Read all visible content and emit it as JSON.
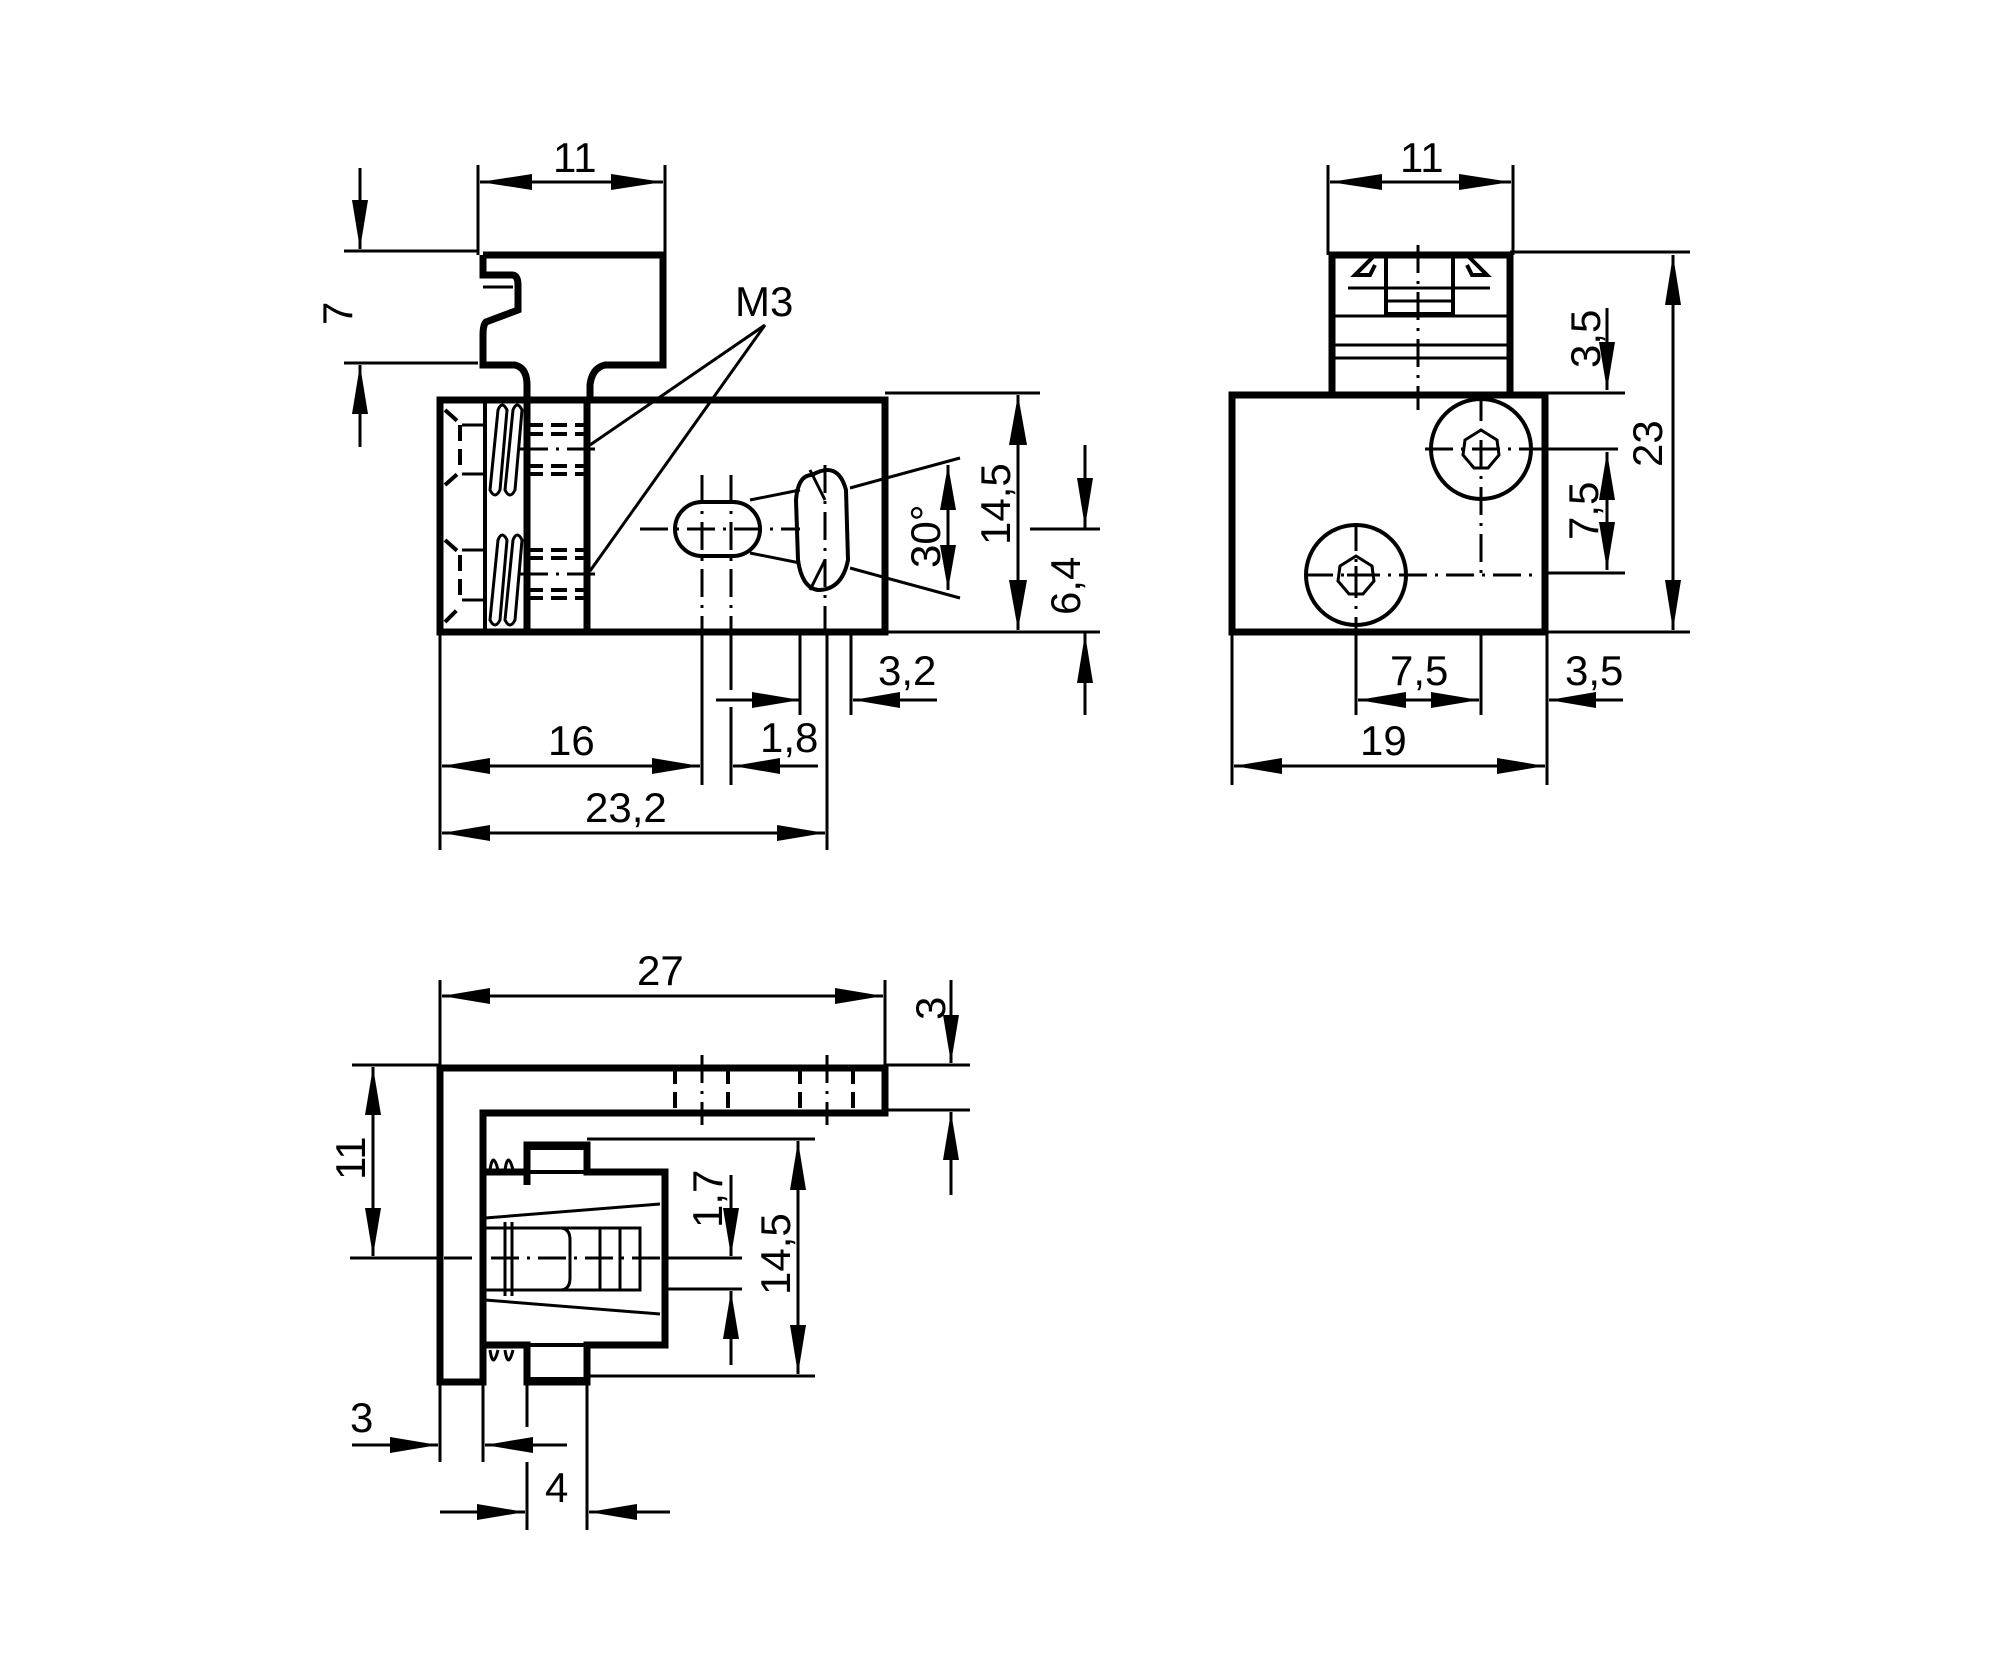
{
  "drawing": {
    "type": "technical dimension drawing",
    "units": "mm",
    "views": {
      "side_view": {
        "labels": {
          "thread": "M3",
          "top_width": "11",
          "clip_height": "7",
          "height_total": "14,5",
          "height_slot": "6,4",
          "angle": "30°",
          "slot_offset": "3,2",
          "slot_width": "1,8",
          "dist_16": "16",
          "dist_23_2": "23,2"
        }
      },
      "end_view": {
        "labels": {
          "top_width": "11",
          "dim_3_5_vertical": "3,5",
          "height_23": "23",
          "dim_7_5_vertical": "7,5",
          "dim_7_5_horizontal": "7,5",
          "dim_3_5_horizontal": "3,5",
          "width_19": "19"
        }
      },
      "top_view": {
        "labels": {
          "length_27": "27",
          "thickness_3_top": "3",
          "height_11": "11",
          "dim_1_7": "1,7",
          "dim_14_5": "14,5",
          "thickness_3_left": "3",
          "dim_4": "4"
        }
      }
    }
  }
}
